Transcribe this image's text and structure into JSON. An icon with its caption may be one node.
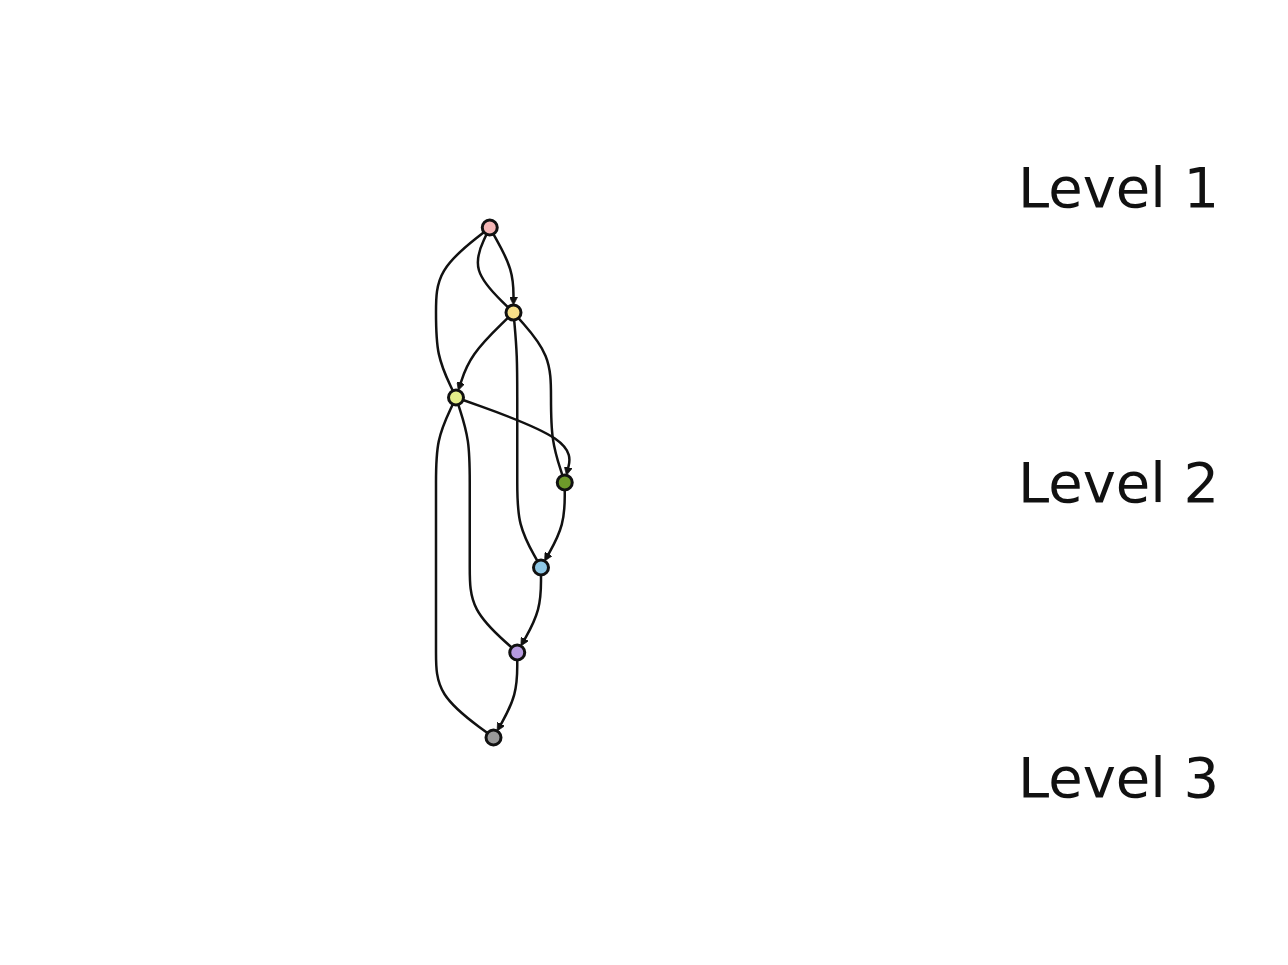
{
  "diagram": {
    "nodes": [
      {
        "text": [],
        "shape": "circle"
      },
      {
        "text": [],
        "shape": "circle"
      },
      {
        "text": [],
        "shape": "circle"
      },
      {
        "text": [],
        "shape": "circle"
      },
      {
        "text": [],
        "shape": "circle"
      },
      {
        "text": [],
        "shape": "circle"
      },
      {
        "text": [],
        "shape": "circle"
      }
    ],
    "edges": [
      {
        "from": 0,
        "to": 1,
        "arrow": "none"
      },
      {
        "from": 0,
        "to": 2,
        "arrow": "none"
      },
      {
        "from": 1,
        "to": 3,
        "arrow": "none"
      },
      {
        "from": 1,
        "to": 4,
        "arrow": "none"
      },
      {
        "from": 2,
        "to": 5,
        "arrow": "none"
      },
      {
        "from": 2,
        "to": 6,
        "arrow": "none"
      },
      {
        "from": 0,
        "to": 1,
        "arrow": "to"
      },
      {
        "from": 1,
        "to": 2,
        "arrow": "to"
      },
      {
        "from": 2,
        "to": 3,
        "arrow": "to"
      },
      {
        "from": 3,
        "to": 4,
        "arrow": "to"
      },
      {
        "from": 4,
        "to": 5,
        "arrow": "to"
      },
      {
        "from": 5,
        "to": 6,
        "arrow": "to"
      }
    ],
    "labels": [
      "Level 1",
      "Level 2",
      "Level 3"
    ]
  }
}
